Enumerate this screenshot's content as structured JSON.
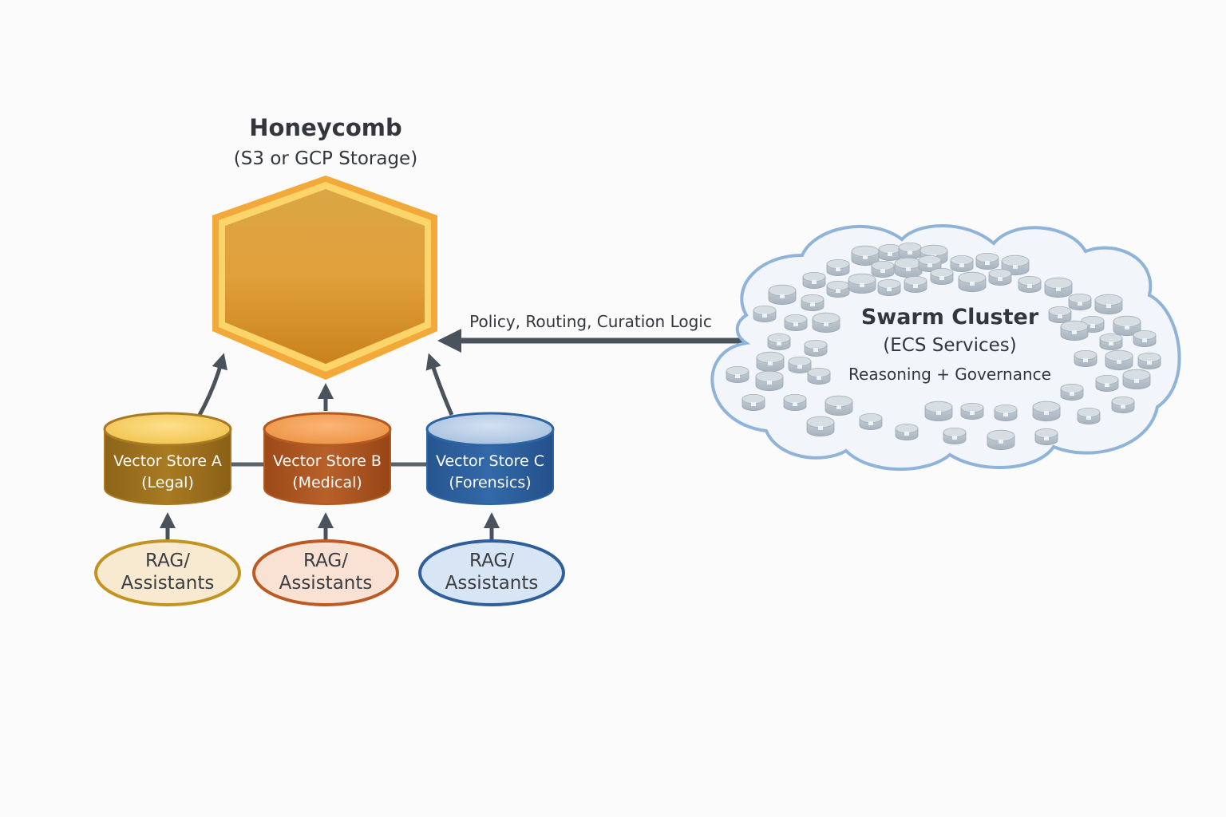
{
  "honeycomb": {
    "title": "Honeycomb",
    "subtitle": "(S3 or GCP Storage)",
    "colors": {
      "fill": "#e0a137",
      "inner_border": "#fbd46a",
      "outer_border": "#f2a93a"
    }
  },
  "policy_arrow": {
    "label": "Policy, Routing, Curation Logic"
  },
  "swarm": {
    "title": "Swarm Cluster",
    "subtitle": "(ECS Services)",
    "description": "Reasoning + Governance",
    "colors": {
      "outline": "#8fb3d9",
      "fill": "#f2f5f9",
      "node": "#b9c3cc"
    }
  },
  "vector_stores": [
    {
      "name": "Vector Store A",
      "domain": "(Legal)",
      "color": "#a87a22",
      "top": "#f7cf62"
    },
    {
      "name": "Vector Store B",
      "domain": "(Medical)",
      "color": "#b35a22",
      "top": "#f7a45c"
    },
    {
      "name": "Vector Store C",
      "domain": "(Forensics)",
      "color": "#2f64a3",
      "top": "#b8cde6"
    }
  ],
  "rag_nodes": [
    {
      "line1": "RAG/",
      "line2": "Assistants",
      "stroke": "#c4921f",
      "fill": "#f8ead0"
    },
    {
      "line1": "RAG/",
      "line2": "Assistants",
      "stroke": "#bc5a22",
      "fill": "#f9e2d4"
    },
    {
      "line1": "RAG/",
      "line2": "Assistants",
      "stroke": "#2f5f9a",
      "fill": "#d7e5f4"
    }
  ],
  "arrow_color": "#4a535c"
}
